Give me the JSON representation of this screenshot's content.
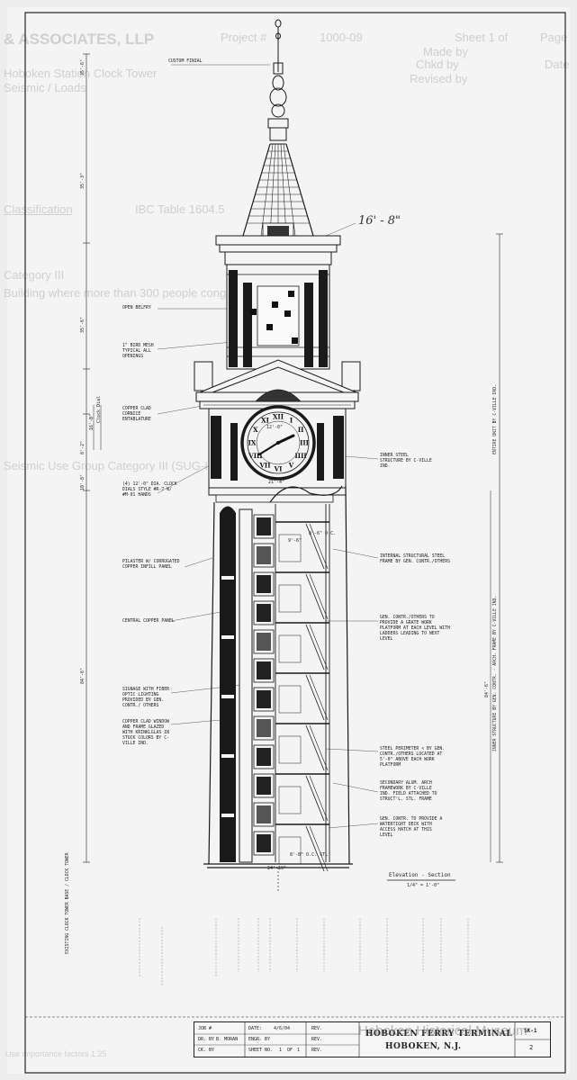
{
  "ghost": {
    "firm": "& ASSOCIATES, LLP",
    "project": "Project #",
    "project_num": "1000-09",
    "sheet_of": "Sheet 1 of",
    "page": "Page",
    "made_by": "Made by",
    "date": "Date",
    "chkd_by": "Chkd by",
    "revised": "Revised by",
    "line1": "Hoboken Station Clock Tower",
    "line2": "Seismic / Loads",
    "classification": "Classification",
    "ibc": "IBC Table 1604.5",
    "category": "Category III",
    "occupancy": "Building where more than 300 people congregate",
    "seismic_group": "Seismic Use Group Category III (SUG-III)",
    "footer": "Use importance factors 1.25"
  },
  "notes": {
    "custom_final": "Custom Finial",
    "open_belfry": "Open Belfry",
    "bird_mesh": "1\" Bird Mesh Typical All Openings",
    "copper_cornice": "Copper Clad Cornice Entablature",
    "clock_dials": "(4) 12'-0\" Dia. Clock Dials Style #R-7 W/ #M-01 Hands",
    "pilaster": "Pilaster W/ Corrugated Copper Infill Panel",
    "central_panel": "Central Copper Panel",
    "signage": "Signage With Fiber Optic Lighting Provided By Gen. Contr./ Others",
    "window": "Copper Clad Window And Frame Glazed With Krinklglas In Stock Colors By C-Ville Ind.",
    "inner_steel": "Inner Steel Structure By C-Ville Ind.",
    "internal_frame": "Internal Structural Steel Frame By Gen. Contr./Others",
    "grate": "Gen. Contr./Others To Provide A Grate Work Platform At Each Level With Ladders Leading To Next Level",
    "steel_perimeter": "Steel Perimeter < By Gen. Contr./Others Located At 5'-0\" Above Each Work Platform",
    "arch": "Secondary Alum. Arch Framework By C-Ville Ind. Field Attached To Struct'L. Stl. Frame",
    "watertight": "Gen. Contr. To Provide A Watertight Deck With Access Hatch At This Level",
    "existing": "Existing Clock Tower Base / Clock Tower",
    "entire_unit": "Entire Unit By C-Ville Ind.",
    "inner_structure": "Inner Structure By Gen. Contr. - Arch. Frame By C-Ville Ind."
  },
  "dims": {
    "d1": "35'-6\"",
    "d2": "35'-3\"",
    "d3": "35'-6\"",
    "d4": "16'-0\"",
    "d5": "8'-2\"",
    "d6": "10'-8\"",
    "d7": "84'-6\"",
    "d8": "21'-4\"",
    "d9": "9'-6\"",
    "d10": "8'-6\" O.C.",
    "d11": "24'-10\"",
    "d12": "8'-8\" O.C. STL",
    "d13": "84'-6\"",
    "clock_label": "Clock Dial",
    "dia_label": "12'-0\""
  },
  "handwritten": "16' - 8\"",
  "clock_numerals": [
    "XII",
    "I",
    "II",
    "III",
    "IIII",
    "V",
    "VI",
    "VII",
    "VIII",
    "IX",
    "X",
    "XI"
  ],
  "elevation": {
    "title": "Elevation - Section",
    "scale": "1/4\" = 1'-0\""
  },
  "title_block": {
    "job": "JOB #",
    "date_label": "DATE:",
    "date_val": "4/6/04",
    "rev1": "REV.",
    "dr_by": "DR. BY",
    "dr_by_val": "B. MORAN",
    "engr_by": "ENGR. BY",
    "rev2": "REV.",
    "ck_by": "CK. BY",
    "sheet_no": "SHEET NO.",
    "sheet_val": "1",
    "of": "OF",
    "of_val": "1",
    "rev3": "REV.",
    "project": "HOBOKEN FERRY TERMINAL",
    "location": "HOBOKEN, N.J.",
    "sheet_code": "SK-1",
    "sheet_num": "2"
  },
  "watermark": "Hoboken Historical Museum"
}
